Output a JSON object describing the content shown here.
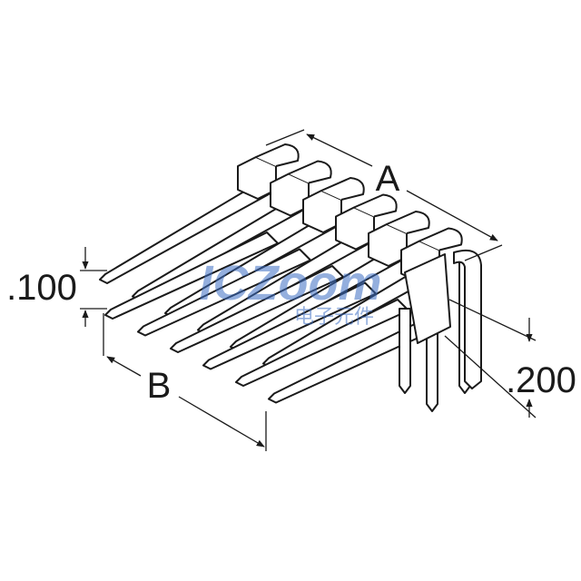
{
  "dimensions": {
    "a_label": "A",
    "b_label": "B",
    "pitch_label": ".100",
    "row_spacing_label": ".200"
  },
  "watermark": {
    "brand_text": "ICZoom",
    "sub_text": "电子元件"
  },
  "colors": {
    "line": "#1a1a1a",
    "background": "#ffffff",
    "watermark_blue": "#3d6fc4",
    "watermark_orange": "#f08a2c"
  },
  "pin_count_per_row": 6,
  "row_count": 2
}
